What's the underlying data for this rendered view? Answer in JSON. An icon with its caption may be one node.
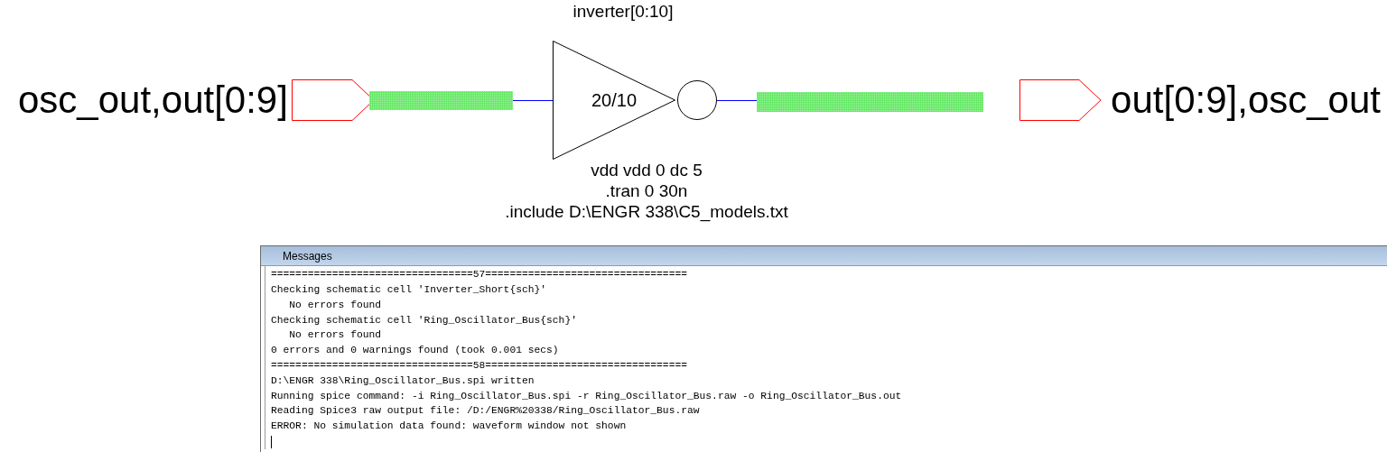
{
  "diagram": {
    "nodes": [
      {
        "text": [],
        "shape": "pentagon",
        "beside": [
          "osc_out,out[0:9]"
        ]
      },
      {
        "text": [],
        "shape": "bar"
      },
      {
        "text": [
          "inverter[0:10]",
          "20/10"
        ]
      },
      {
        "text": [],
        "shape": "circle"
      },
      {
        "text": [],
        "shape": "bar"
      },
      {
        "text": [],
        "shape": "pentagon",
        "beside": [
          "out[0:9],osc_out"
        ]
      },
      {
        "text": [
          "Messages",
          "=================================57=================================",
          "Checking schematic cell 'Inverter_Short{sch}'",
          "   No errors found",
          "Checking schematic cell 'Ring_Oscillator_Bus{sch}'",
          "   No errors found",
          "0 errors and 0 warnings found (took 0.001 secs)",
          "=================================58=================================",
          "D:\\ENGR 338\\Ring_Oscillator_Bus.spi written",
          "Running spice command: -i Ring_Oscillator_Bus.spi -r Ring_Oscillator_Bus.raw -o Ring_Oscillator_Bus.out",
          "Reading Spice3 raw output file: /D:/ENGR%20338/Ring_Oscillator_Bus.raw",
          "ERROR: No simulation data found: waveform window not shown"
        ]
      }
    ],
    "edges": [
      {
        "from": 1,
        "to": 2,
        "arrow": "none"
      },
      {
        "from": 3,
        "to": 4,
        "arrow": "none"
      }
    ],
    "labels": [
      "vdd vdd 0 dc 5",
      ".tran 0 30n",
      ".include D:\\ENGR 338\\C5_models.txt"
    ]
  }
}
